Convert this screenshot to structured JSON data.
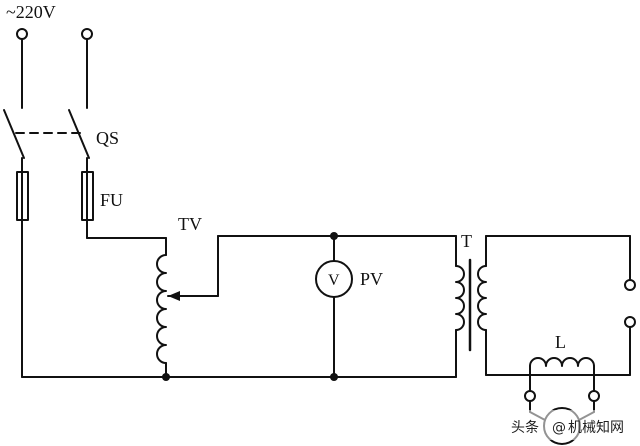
{
  "labels": {
    "supply": "~220V",
    "switch": "QS",
    "fuse": "FU",
    "autotransformer": "TV",
    "transformer": "T",
    "voltmeter_symbol": "V",
    "voltmeter": "PV",
    "inductor": "L",
    "watermark_brand": "头条",
    "watermark_at": "@",
    "watermark_site": "机械知网"
  },
  "colors": {
    "wire": "#111111",
    "background": "#ffffff"
  }
}
